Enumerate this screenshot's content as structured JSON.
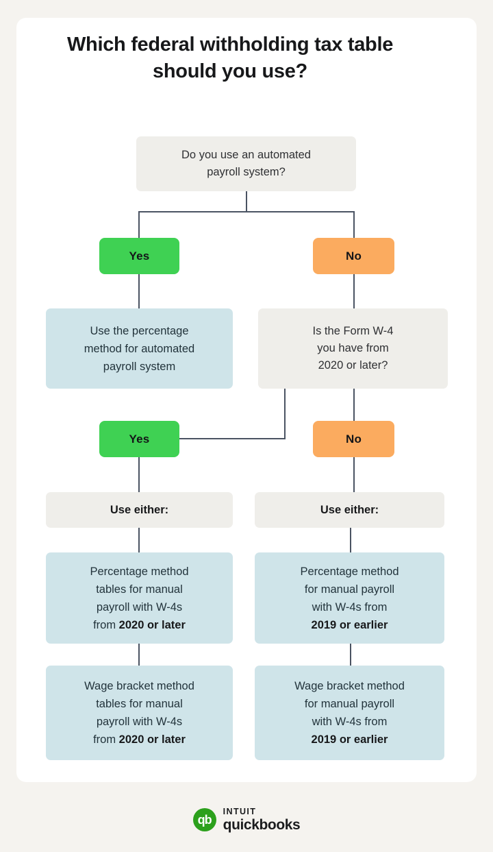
{
  "title": "Which federal withholding tax table should you use?",
  "flow": {
    "q1": "Do you use an automated\npayroll system?",
    "q1_yes": "Yes",
    "q1_no": "No",
    "result_automated": "Use the percentage\nmethod for automated\npayroll system",
    "q2": "Is the Form W-4\nyou have from\n2020 or later?",
    "q2_yes": "Yes",
    "q2_no": "No",
    "use_either_left": "Use either:",
    "use_either_right": "Use either:",
    "left_percentage": {
      "lead": "Percentage method\ntables for manual\npayroll with W-4s\nfrom ",
      "emphasis": "2020 or later"
    },
    "left_wage_bracket": {
      "lead": "Wage bracket method\ntables for manual\npayroll with W-4s\nfrom ",
      "emphasis": "2020 or later"
    },
    "right_percentage": {
      "lead": "Percentage method\nfor manual payroll\nwith W-4s from\n",
      "emphasis": "2019 or earlier"
    },
    "right_wage_bracket": {
      "lead": "Wage bracket method\nfor manual payroll\nwith W-4s from\n",
      "emphasis": "2019 or earlier"
    }
  },
  "footer": {
    "mark": "qb",
    "brand_top": "INTUIT",
    "brand_bottom": "quickbooks"
  },
  "colors": {
    "page_background": "#f5f3ef",
    "card_background": "#ffffff",
    "yes_green": "#3fd153",
    "no_orange": "#fbab5f",
    "result_blue": "#cfe4e9",
    "question_gray": "#efeeea",
    "connector": "#4a5362",
    "logo_green": "#2ca01c"
  }
}
